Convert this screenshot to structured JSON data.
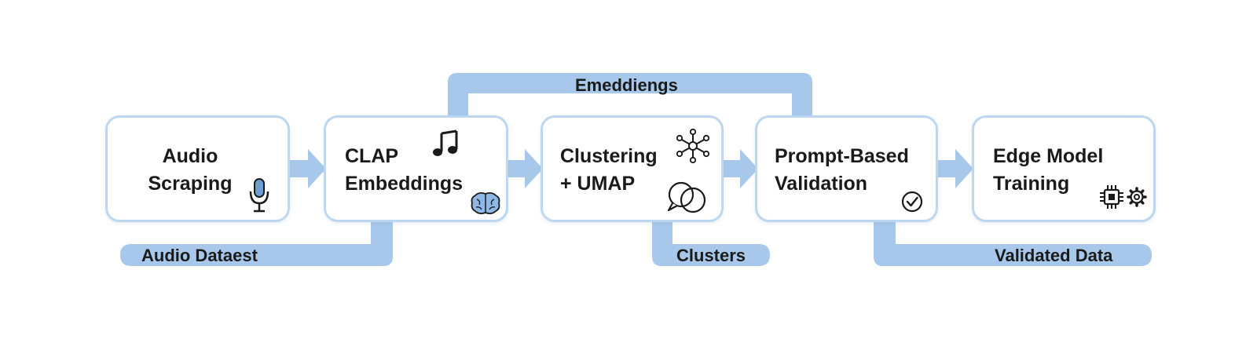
{
  "bands": {
    "top_label": "Emeddiengs",
    "audio_label": "Audio Dataest",
    "clusters_label": "Clusters",
    "validated_label": "Validated Data"
  },
  "stages": [
    {
      "line1": "Audio",
      "line2": "Scraping",
      "icons": [
        "microphone-icon"
      ]
    },
    {
      "line1": "CLAP",
      "line2": "Embeddings",
      "icons": [
        "music-note-icon",
        "brain-icon"
      ]
    },
    {
      "line1": "Clustering",
      "line2": "+ UMAP",
      "icons": [
        "network-icon",
        "speech-bubbles-icon"
      ]
    },
    {
      "line1": "Prompt-Based",
      "line2": "Validation",
      "icons": [
        "check-circle-icon"
      ]
    },
    {
      "line1": "Edge Model",
      "line2": "Training",
      "icons": [
        "chip-icon",
        "gear-icon"
      ]
    }
  ],
  "colors": {
    "band": "#a7c8eb",
    "box_border": "#bcd7ef",
    "arrow": "#a7c8eb",
    "text": "#1a1a1a",
    "icon": "#1a1a1a",
    "icon_accent": "#6b9fd4"
  }
}
